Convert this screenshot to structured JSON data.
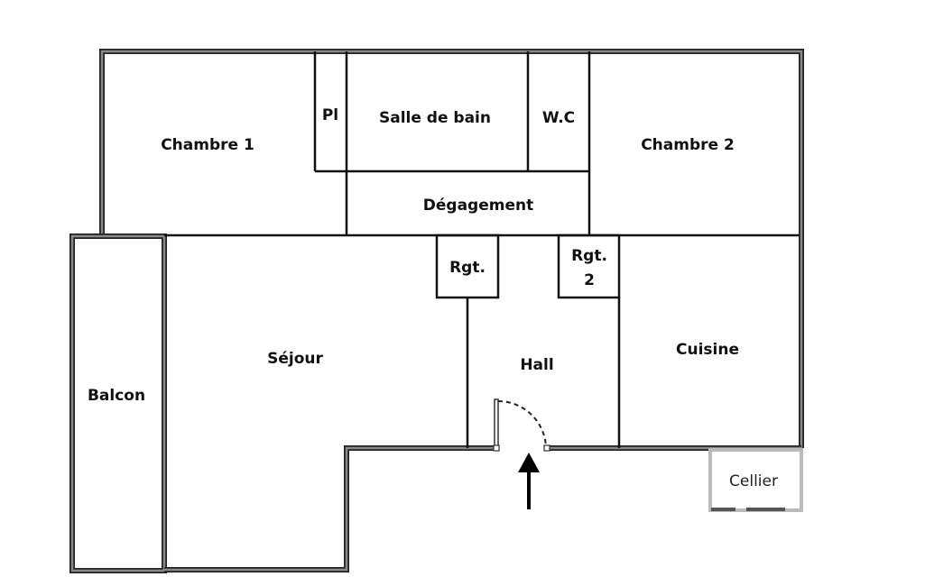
{
  "plan": {
    "rooms": {
      "chambre1": "Chambre 1",
      "placard": "Pl",
      "salle_de_bain": "Salle de bain",
      "wc": "W.C",
      "chambre2": "Chambre 2",
      "degagement": "Dégagement",
      "rangement1": "Rgt.",
      "rangement2_line1": "Rgt.",
      "rangement2_line2": "2",
      "sejour": "Séjour",
      "hall": "Hall",
      "cuisine": "Cuisine",
      "balcon": "Balcon",
      "cellier": "Cellier"
    },
    "colors": {
      "wall": "#222222",
      "wall_fill": "#888888",
      "line": "#111111"
    }
  }
}
